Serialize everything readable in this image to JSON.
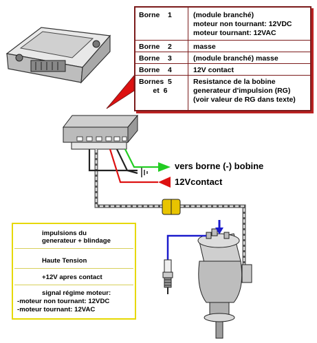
{
  "table": {
    "rows": [
      {
        "borne": "Borne    1",
        "desc": [
          "(module branché)",
          "moteur non tournant: 12VDC",
          "moteur tournant: 12VAC"
        ]
      },
      {
        "borne": "Borne    2",
        "desc": [
          "masse"
        ]
      },
      {
        "borne": "Borne    3",
        "desc": [
          "(module branché) masse"
        ]
      },
      {
        "borne": "Borne    4",
        "desc": [
          "12V contact"
        ]
      },
      {
        "borne": "Bornes  5\n       et  6",
        "desc": [
          "Resistance de la bobine",
          "generateur d'impulsion (RG)",
          "(voir valeur de RG dans texte)"
        ]
      }
    ]
  },
  "labels": {
    "coil": "vers borne (-) bobine",
    "contact": "12Vcontact"
  },
  "legend": {
    "items": [
      {
        "text": [
          "impulsions du",
          "generateur + blindage"
        ],
        "color": "#9a9a9a"
      },
      {
        "text": [
          "Haute Tension"
        ],
        "color": "#1a1acc"
      },
      {
        "text": [
          "+12V apres contact"
        ],
        "color": "#dd1111"
      },
      {
        "text": [
          "signal régime moteur:",
          "-moteur non tournant: 12VDC",
          "-moteur tournant: 12VAC"
        ],
        "color": "#22cc22"
      }
    ]
  },
  "colors": {
    "red": "#dd1111",
    "green": "#22cc22",
    "blue": "#1a1acc",
    "shield": "#9a9a9a",
    "yellow": "#e6d800",
    "frame": "#7a1a1a"
  }
}
